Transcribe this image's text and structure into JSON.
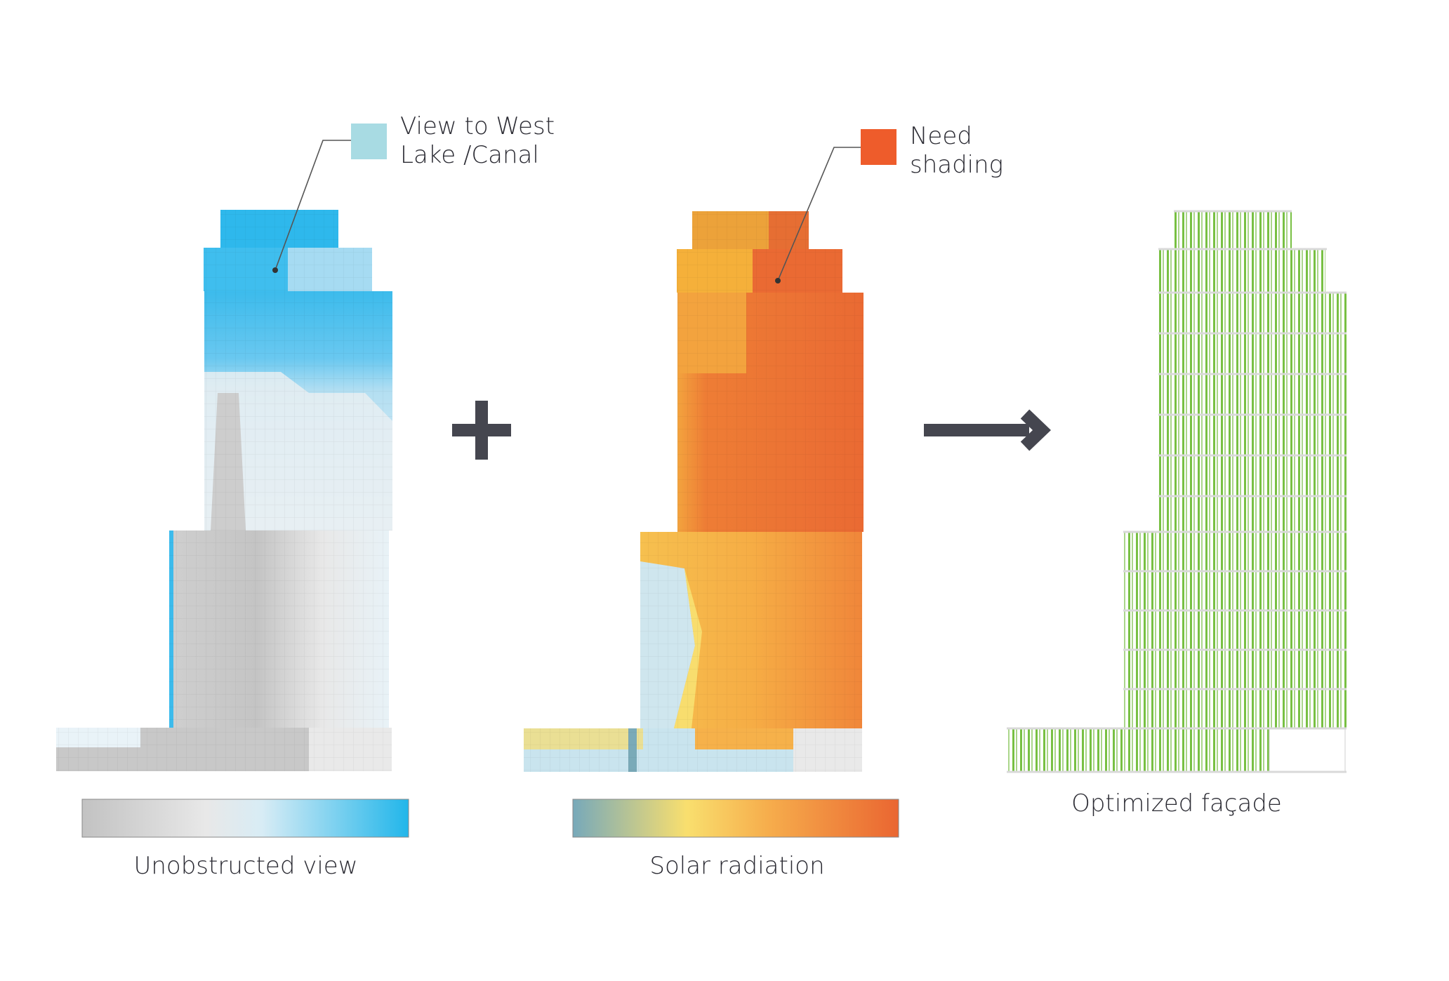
{
  "callouts": {
    "view": {
      "line1": "View to West",
      "line2": "Lake /Canal",
      "color": "#a8dbe3"
    },
    "shading": {
      "line1": "Need",
      "line2": "shading",
      "color": "#ee5c2b"
    }
  },
  "captions": {
    "view": "Unobstructed view",
    "solar": "Solar radiation",
    "optimized": "Optimized façade"
  },
  "colors": {
    "operator": "#45464f",
    "view_scale": [
      "#c4c4c4",
      "#e6e6e6",
      "#e8f3f8",
      "#9dd4ee",
      "#22b6ea"
    ],
    "solar_scale": [
      "#7aaab8",
      "#f8dd6e",
      "#f6b14a",
      "#ea6a33"
    ],
    "facade_green": "#78c043"
  }
}
